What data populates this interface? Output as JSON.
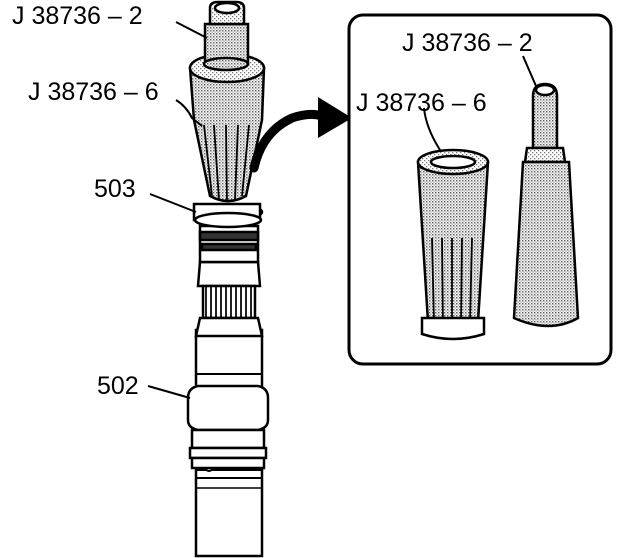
{
  "labels": {
    "tool_2": "J 38736 – 2",
    "tool_6": "J 38736 – 6",
    "part_503": "503",
    "part_502": "502",
    "inset_tool_2": "J 38736 – 2",
    "inset_tool_6": "J 38736 – 6"
  },
  "colors": {
    "ink": "#000000",
    "paper": "#ffffff",
    "stipple": "#9a9a9a"
  }
}
